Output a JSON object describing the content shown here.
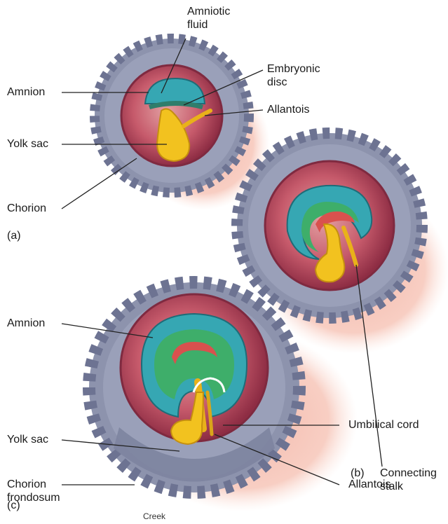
{
  "labels": {
    "amniotic_fluid": "Amniotic\nfluid",
    "embryonic_disc": "Embryonic\ndisc",
    "allantois_a": "Allantois",
    "amnion_a": "Amnion",
    "yolk_sac_a": "Yolk sac",
    "chorion_a": "Chorion",
    "panel_a": "(a)",
    "panel_b": "(b)",
    "connecting_stalk": "Connecting\nstalk",
    "amnion_c": "Amnion",
    "umbilical_cord": "Umbilical cord",
    "yolk_sac_c": "Yolk sac",
    "chorion_frondosum": "Chorion\nfrondosum",
    "allantois_c": "Allantois",
    "panel_c": "(c)",
    "credit": "Creek"
  },
  "colors": {
    "chorion": "#8d93ad",
    "chorion_dark": "#5f6584",
    "decidua_pink": "#f3b4a6",
    "cavity_red": "#b8485c",
    "cavity_inner": "#d98a8e",
    "amnion_cyan": "#36a7b3",
    "embryo_green": "#3eae6a",
    "embryo_red": "#d9514e",
    "yolk_yellow": "#f2c21f",
    "line": "#222222"
  }
}
